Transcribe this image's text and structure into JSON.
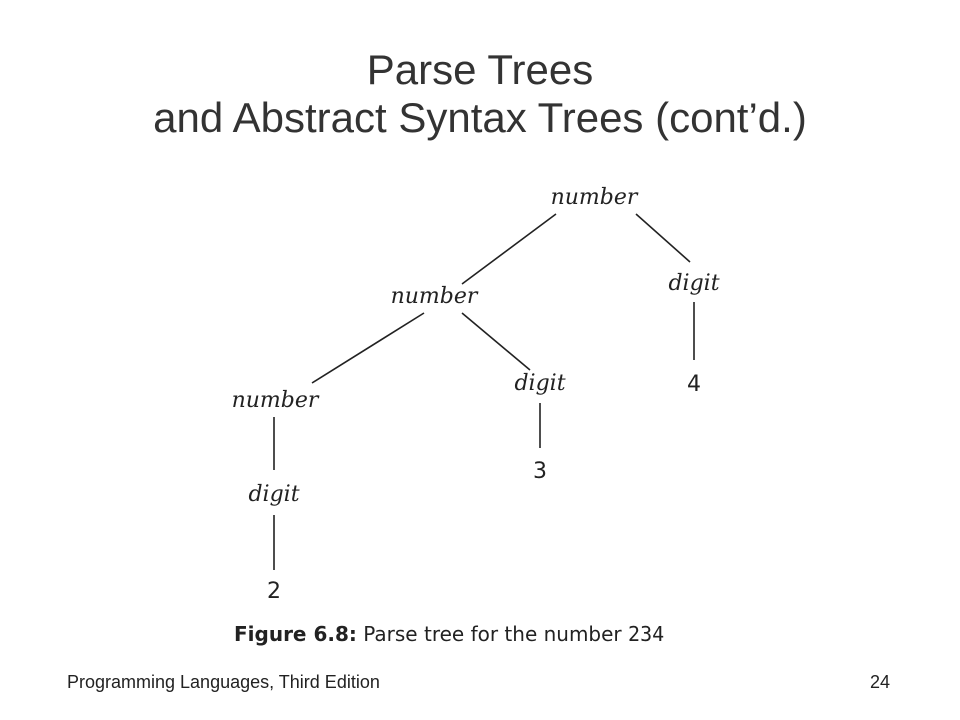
{
  "slide": {
    "title_line1": "Parse Trees",
    "title_line2": "and Abstract Syntax Trees (cont’d.)",
    "footer_left": "Programming Languages, Third Edition",
    "page_number": "24"
  },
  "figure": {
    "caption_label": "Figure 6.8:",
    "caption_text": "Parse tree for the number",
    "caption_number": "234"
  },
  "tree": {
    "nodes": [
      {
        "id": "n1",
        "label": "number",
        "kind": "nonterminal"
      },
      {
        "id": "n2",
        "label": "number",
        "kind": "nonterminal"
      },
      {
        "id": "d1",
        "label": "digit",
        "kind": "nonterminal"
      },
      {
        "id": "n3",
        "label": "number",
        "kind": "nonterminal"
      },
      {
        "id": "d2",
        "label": "digit",
        "kind": "nonterminal"
      },
      {
        "id": "l4",
        "label": "4",
        "kind": "terminal"
      },
      {
        "id": "d3",
        "label": "digit",
        "kind": "nonterminal"
      },
      {
        "id": "l3",
        "label": "3",
        "kind": "terminal"
      },
      {
        "id": "l2",
        "label": "2",
        "kind": "terminal"
      }
    ],
    "edges": [
      {
        "from": "n1",
        "to": "n2"
      },
      {
        "from": "n1",
        "to": "d1"
      },
      {
        "from": "n2",
        "to": "n3"
      },
      {
        "from": "n2",
        "to": "d2"
      },
      {
        "from": "d1",
        "to": "l4"
      },
      {
        "from": "d2",
        "to": "l3"
      },
      {
        "from": "n3",
        "to": "d3"
      },
      {
        "from": "d3",
        "to": "l2"
      }
    ]
  }
}
